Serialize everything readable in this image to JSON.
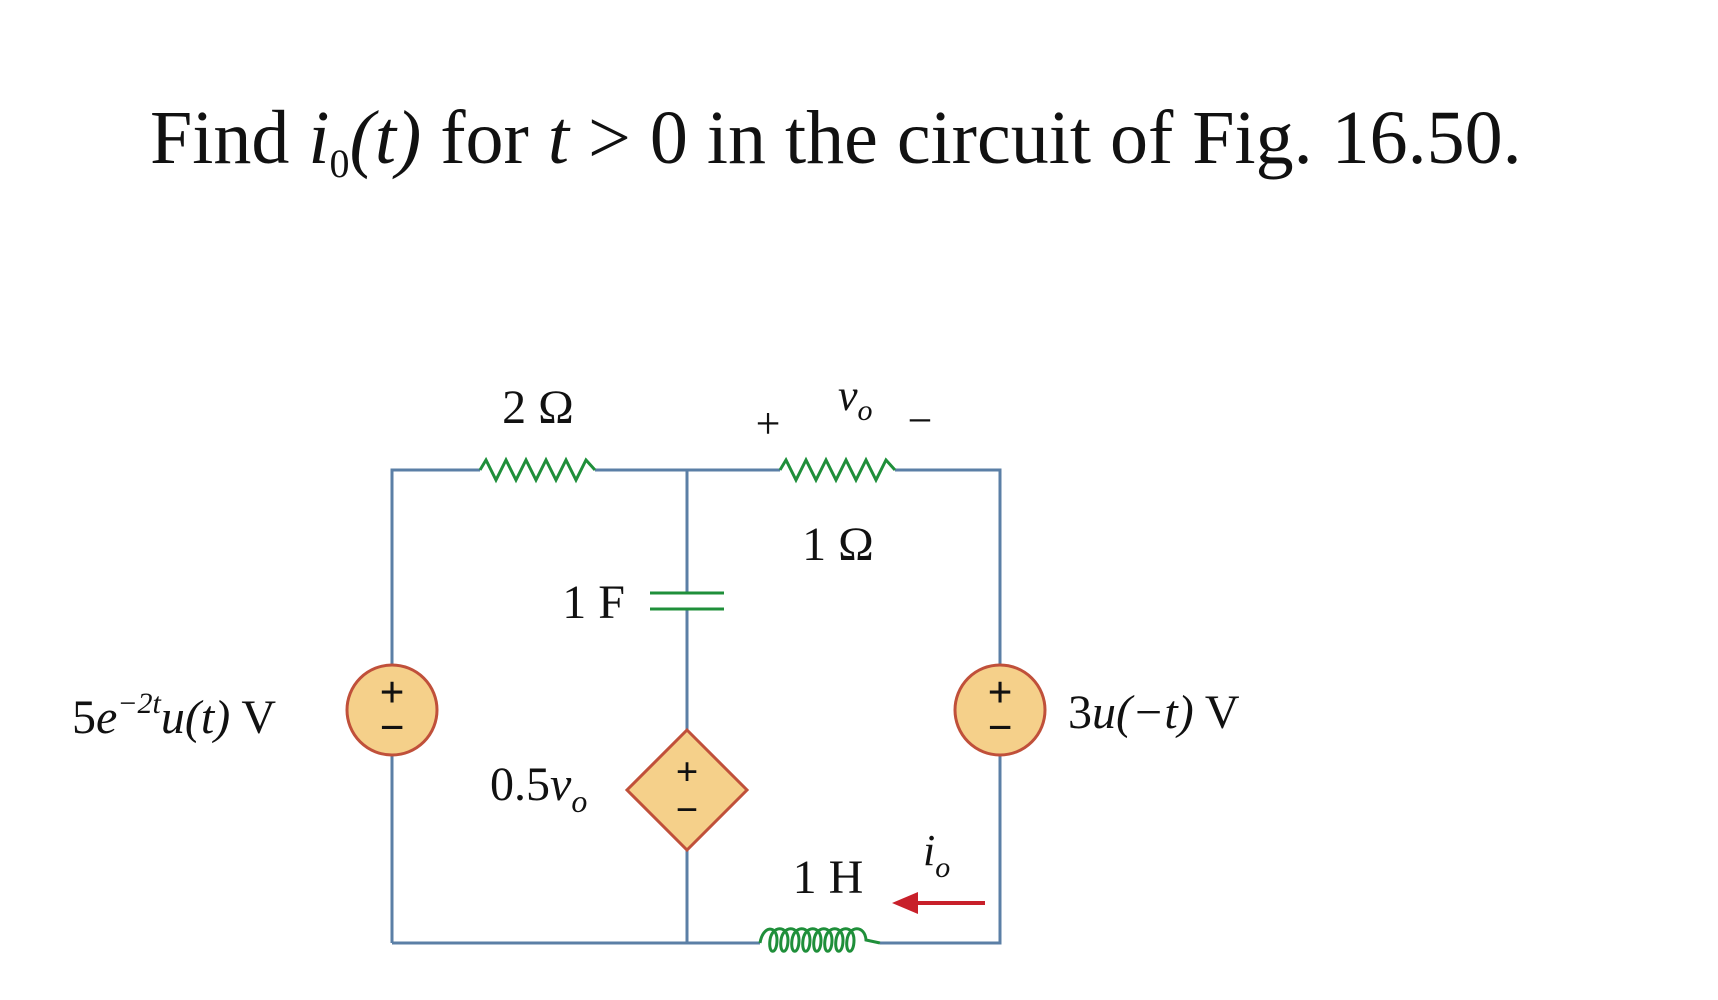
{
  "problem": {
    "prefix": "Find ",
    "var_symbol": "i",
    "var_subscript": "0",
    "var_arg": "(t)",
    "middle": " for ",
    "time_symbol": "t",
    "suffix": " > 0 in the circuit of Fig. 16.50."
  },
  "circuit": {
    "colors": {
      "wire": "#5b7fa6",
      "resistor": "#1f8f3a",
      "capacitor": "#1f8f3a",
      "inductor": "#1f8f3a",
      "source_fill": "#f5d08a",
      "source_stroke": "#c0503a",
      "arrow": "#c8202a"
    },
    "resistor_2ohm": {
      "label": "2 Ω"
    },
    "resistor_1ohm": {
      "label": "1 Ω"
    },
    "vo_measure": {
      "plus": "+",
      "symbol": "v",
      "subscript": "o",
      "minus": "−"
    },
    "capacitor": {
      "label": "1 F"
    },
    "left_source": {
      "coef": "5",
      "base": "e",
      "exponent": "−2t",
      "func": "u(t)",
      "unit": " V",
      "plus": "+",
      "minus": "−"
    },
    "right_source": {
      "coef": "3",
      "func": "u(−t)",
      "unit": " V",
      "plus": "+",
      "minus": "−"
    },
    "dependent_source": {
      "coef": "0.5",
      "symbol": "v",
      "subscript": "o",
      "plus": "+",
      "minus": "−"
    },
    "inductor": {
      "label": "1 H"
    },
    "current_io": {
      "symbol": "i",
      "subscript": "o"
    }
  }
}
